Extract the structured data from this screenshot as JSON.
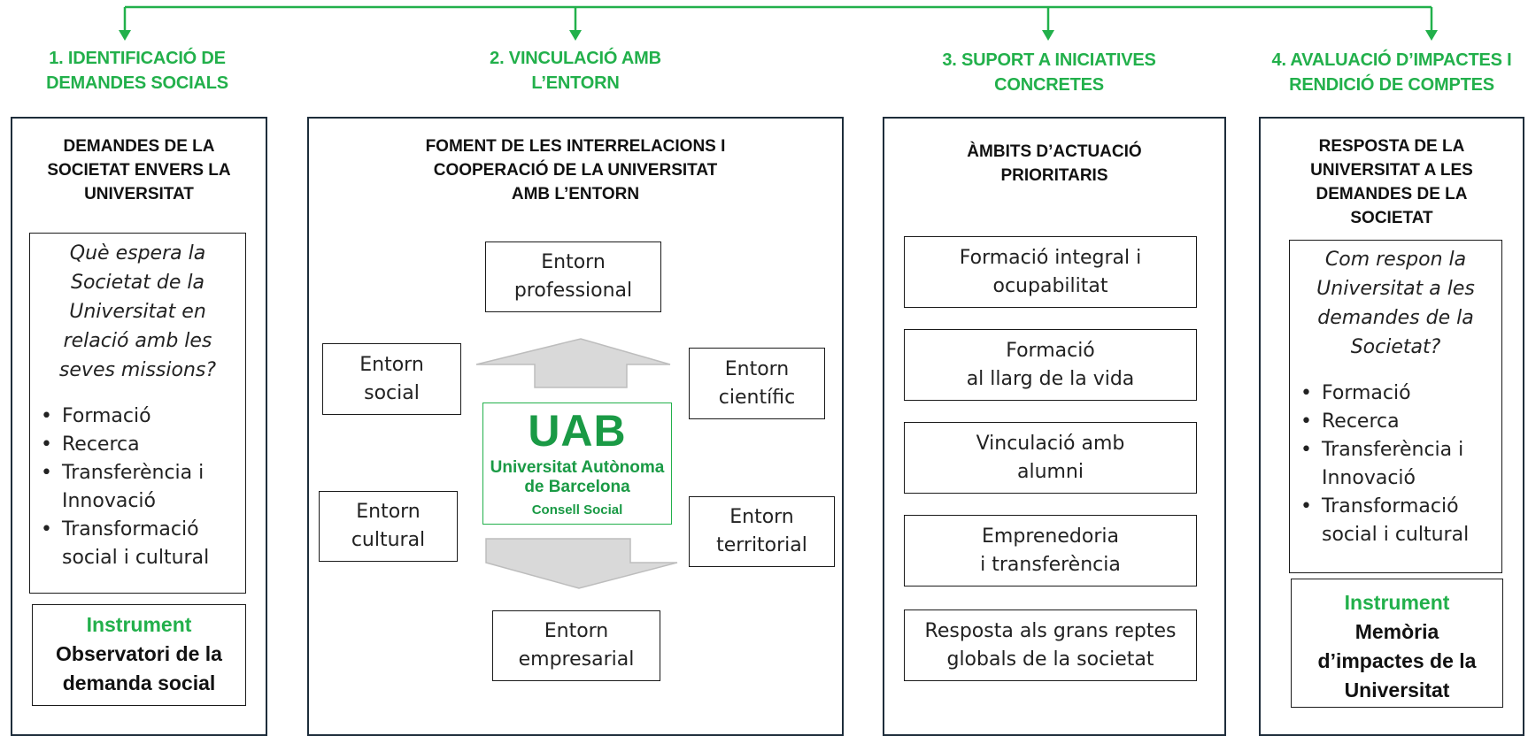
{
  "colors": {
    "accent": "#22b04b",
    "panel_border": "#1e2d3b",
    "arrow_fill": "#d9d9d9"
  },
  "stages": [
    {
      "title": "1. IDENTIFICACIÓ DE\nDEMANDES SOCIALS"
    },
    {
      "title": "2. VINCULACIÓ AMB\nL’ENTORN"
    },
    {
      "title": "3. SUPORT A INICIATIVES\nCONCRETES"
    },
    {
      "title": "4. AVALUACIÓ D’IMPACTES I\nRENDICIÓ DE COMPTES"
    }
  ],
  "panel1": {
    "heading": "DEMANDES DE LA\nSOCIETAT ENVERS LA\nUNIVERSITAT",
    "question": "Què espera la\nSocietat de la\nUniversitat en\nrelació amb les\nseves missions?",
    "bullets": [
      "Formació",
      "Recerca",
      "Transferència i Innovació",
      "Transformació social i cultural"
    ],
    "instrument_label": "Instrument",
    "instrument_text": "Observatori de la\ndemanda social"
  },
  "panel2": {
    "heading": "FOMENT DE LES INTERRELACIONS I\nCOOPERACIÓ DE LA UNIVERSITAT\nAMB L’ENTORN",
    "entorns": {
      "professional": "Entorn\nprofessional",
      "social": "Entorn\nsocial",
      "cientific": "Entorn\ncientífic",
      "cultural": "Entorn\ncultural",
      "territorial": "Entorn\nterritorial",
      "empresarial": "Entorn\nempresarial"
    },
    "logo": {
      "acronym": "UAB",
      "name_line1": "Universitat Autònoma",
      "name_line2": "de Barcelona",
      "sub": "Consell Social"
    }
  },
  "panel3": {
    "heading": "ÀMBITS D’ACTUACIÓ\nPRIORITARIS",
    "items": [
      "Formació integral i\nocupabilitat",
      "Formació\nal llarg de la vida",
      "Vinculació amb\nalumni",
      "Emprenedoria\ni transferència",
      "Resposta als grans reptes\nglobals de la societat"
    ]
  },
  "panel4": {
    "heading": "RESPOSTA DE LA\nUNIVERSITAT A LES\nDEMANDES DE LA\nSOCIETAT",
    "question": "Com respon la\nUniversitat a les\ndemandes de la\nSocietat?",
    "bullets": [
      "Formació",
      "Recerca",
      "Transferència i Innovació",
      "Transformació social i cultural"
    ],
    "instrument_label": "Instrument",
    "instrument_text": "Memòria\nd’impactes de la\nUniversitat"
  }
}
